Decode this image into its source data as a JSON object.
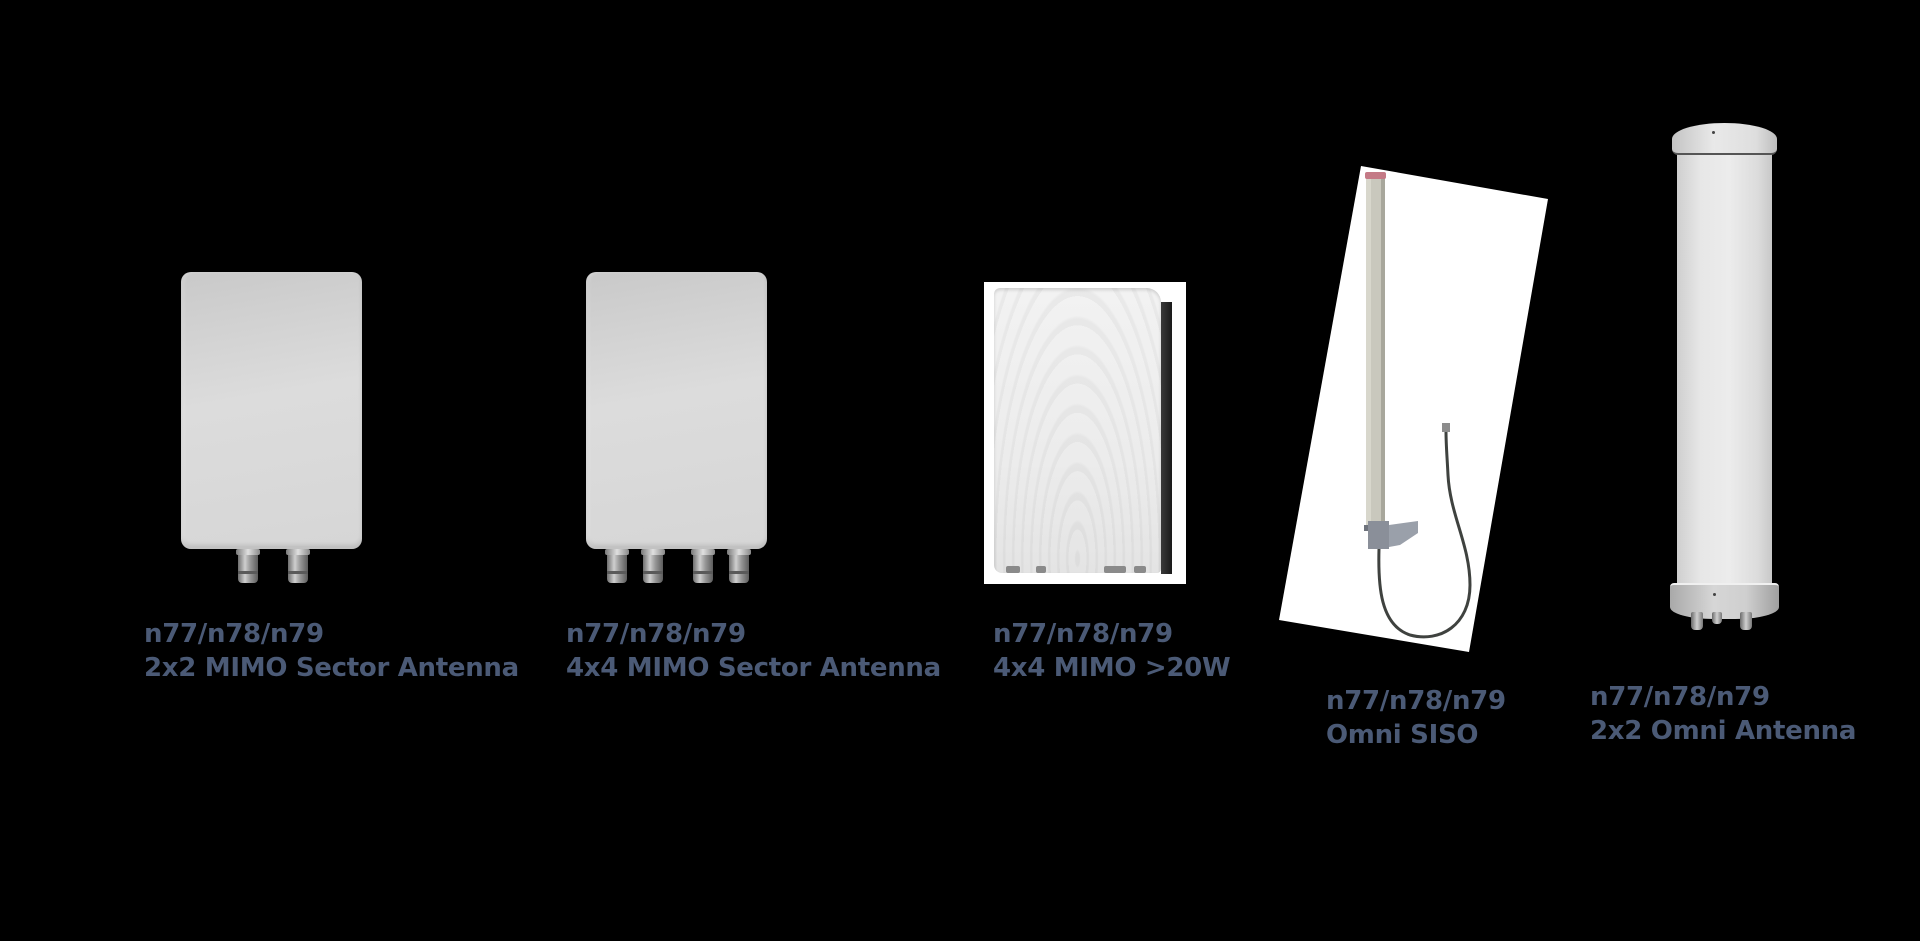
{
  "page": {
    "background": "#000000",
    "caption_color": "#4b5a76"
  },
  "products": [
    {
      "image": "2x2-mimo-sector-panel",
      "band": "n77/n78/n79",
      "name": "2x2 MIMO Sector Antenna"
    },
    {
      "image": "4x4-mimo-sector-panel",
      "band": "n77/n78/n79",
      "name": "4x4 MIMO Sector Antenna"
    },
    {
      "image": "4x4-mimo-high-power-box",
      "band": "n77/n78/n79",
      "name": "4x4 MIMO >20W"
    },
    {
      "image": "omni-siso-whip-with-cable",
      "band": "n77/n78/n79",
      "name": "Omni SISO"
    },
    {
      "image": "2x2-omni-cylinder",
      "band": "n77/n78/n79",
      "name": "2x2 Omni Antenna"
    }
  ]
}
